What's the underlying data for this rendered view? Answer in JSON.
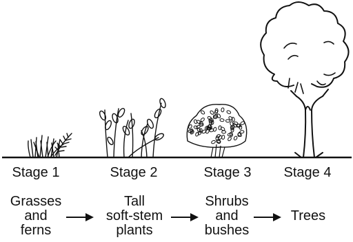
{
  "stages": [
    {
      "label": "Stage 1",
      "description": [
        "Grasses",
        "and",
        "ferns"
      ],
      "icon": "grass-fern-icon"
    },
    {
      "label": "Stage 2",
      "description": [
        "Tall",
        "soft-stem",
        "plants"
      ],
      "icon": "tall-plants-icon"
    },
    {
      "label": "Stage 3",
      "description": [
        "Shrubs",
        "and",
        "bushes"
      ],
      "icon": "shrub-icon"
    },
    {
      "label": "Stage 4",
      "description": [
        "Trees"
      ],
      "icon": "tree-icon"
    }
  ],
  "colors": {
    "ink": "#111111",
    "background": "#ffffff"
  }
}
